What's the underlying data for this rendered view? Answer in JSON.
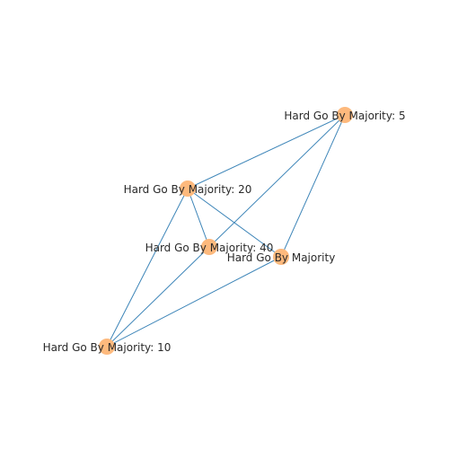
{
  "graph": {
    "edge_color": "#3d85b8",
    "node_color": "#fdb97d",
    "nodes": [
      {
        "id": "n5",
        "label": "Hard Go By Majority: 5"
      },
      {
        "id": "n20",
        "label": "Hard Go By Majority: 20"
      },
      {
        "id": "n40",
        "label": "Hard Go By Majority: 40"
      },
      {
        "id": "n0",
        "label": "Hard Go By Majority"
      },
      {
        "id": "n10",
        "label": "Hard Go By Majority: 10"
      }
    ],
    "edges": [
      [
        "n5",
        "n20"
      ],
      [
        "n5",
        "n40"
      ],
      [
        "n5",
        "n0"
      ],
      [
        "n20",
        "n40"
      ],
      [
        "n20",
        "n0"
      ],
      [
        "n20",
        "n10"
      ],
      [
        "n40",
        "n10"
      ],
      [
        "n0",
        "n10"
      ]
    ]
  }
}
